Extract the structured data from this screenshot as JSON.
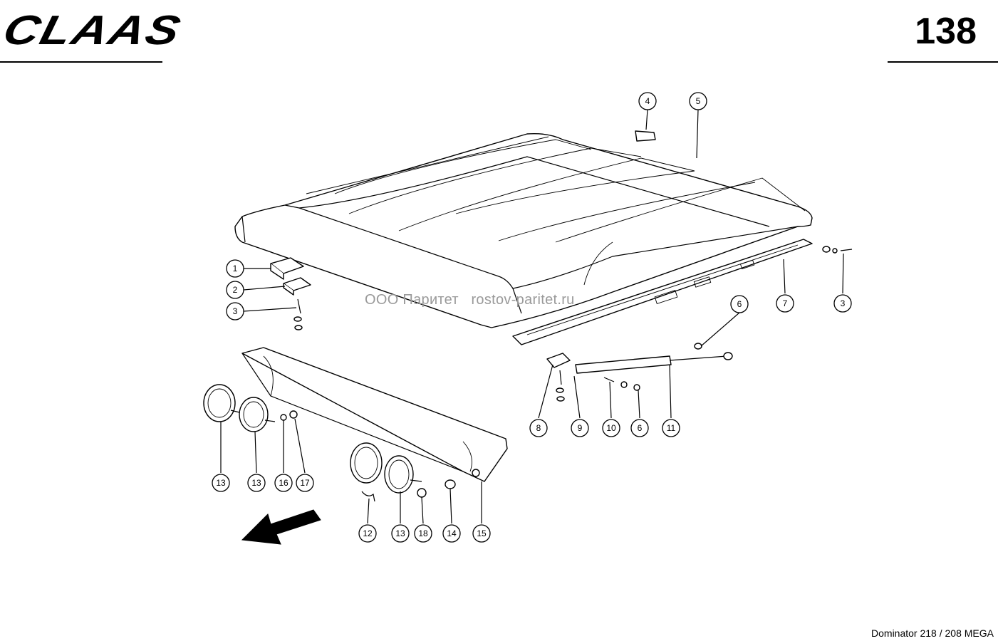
{
  "header": {
    "logo": "CLAAS",
    "page_number": "138"
  },
  "watermark": "ООО Паритет   rostov-paritet.ru",
  "footer": "Dominator 218 / 208 MEGA",
  "callouts": [
    {
      "label": "1"
    },
    {
      "label": "2"
    },
    {
      "label": "3"
    },
    {
      "label": "4"
    },
    {
      "label": "5"
    },
    {
      "label": "6"
    },
    {
      "label": "7"
    },
    {
      "label": "3"
    },
    {
      "label": "8"
    },
    {
      "label": "9"
    },
    {
      "label": "10"
    },
    {
      "label": "6"
    },
    {
      "label": "11"
    },
    {
      "label": "13"
    },
    {
      "label": "13"
    },
    {
      "label": "16"
    },
    {
      "label": "17"
    },
    {
      "label": "12"
    },
    {
      "label": "13"
    },
    {
      "label": "18"
    },
    {
      "label": "14"
    },
    {
      "label": "15"
    }
  ]
}
